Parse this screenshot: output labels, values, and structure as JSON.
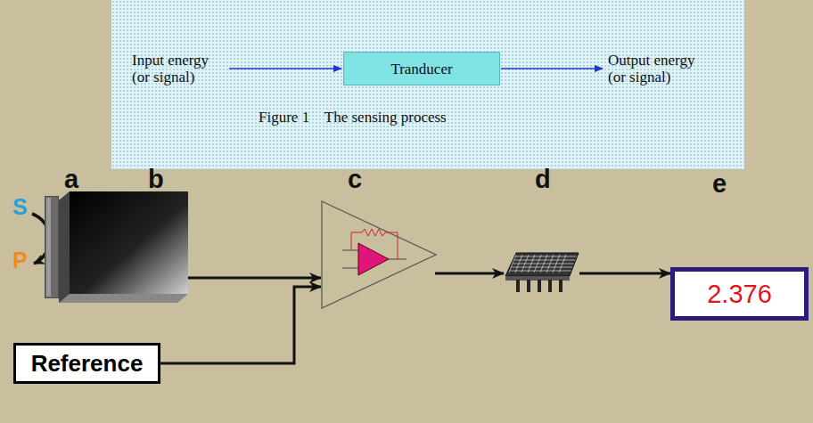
{
  "diagram": {
    "caption": "Figure 1    The sensing process",
    "nodes": [
      {
        "text": [
          "Tranducer"
        ]
      },
      {
        "text": [
          "a"
        ]
      },
      {
        "text": [
          "b"
        ]
      },
      {
        "text": [
          "c"
        ]
      },
      {
        "text": [
          "d"
        ]
      },
      {
        "text": [
          "e",
          "2.376"
        ]
      },
      {
        "text": [
          "Reference"
        ]
      }
    ],
    "edges": [
      {
        "from": 2,
        "to": 3,
        "arrow": "to"
      },
      {
        "from": 6,
        "to": 3,
        "arrow": "to"
      },
      {
        "from": 3,
        "to": 4,
        "arrow": "to"
      },
      {
        "from": 4,
        "to": 5,
        "arrow": "to"
      }
    ],
    "labels": [
      "Input energy (or signal)",
      "Output energy (or signal)",
      "S",
      "P"
    ]
  }
}
